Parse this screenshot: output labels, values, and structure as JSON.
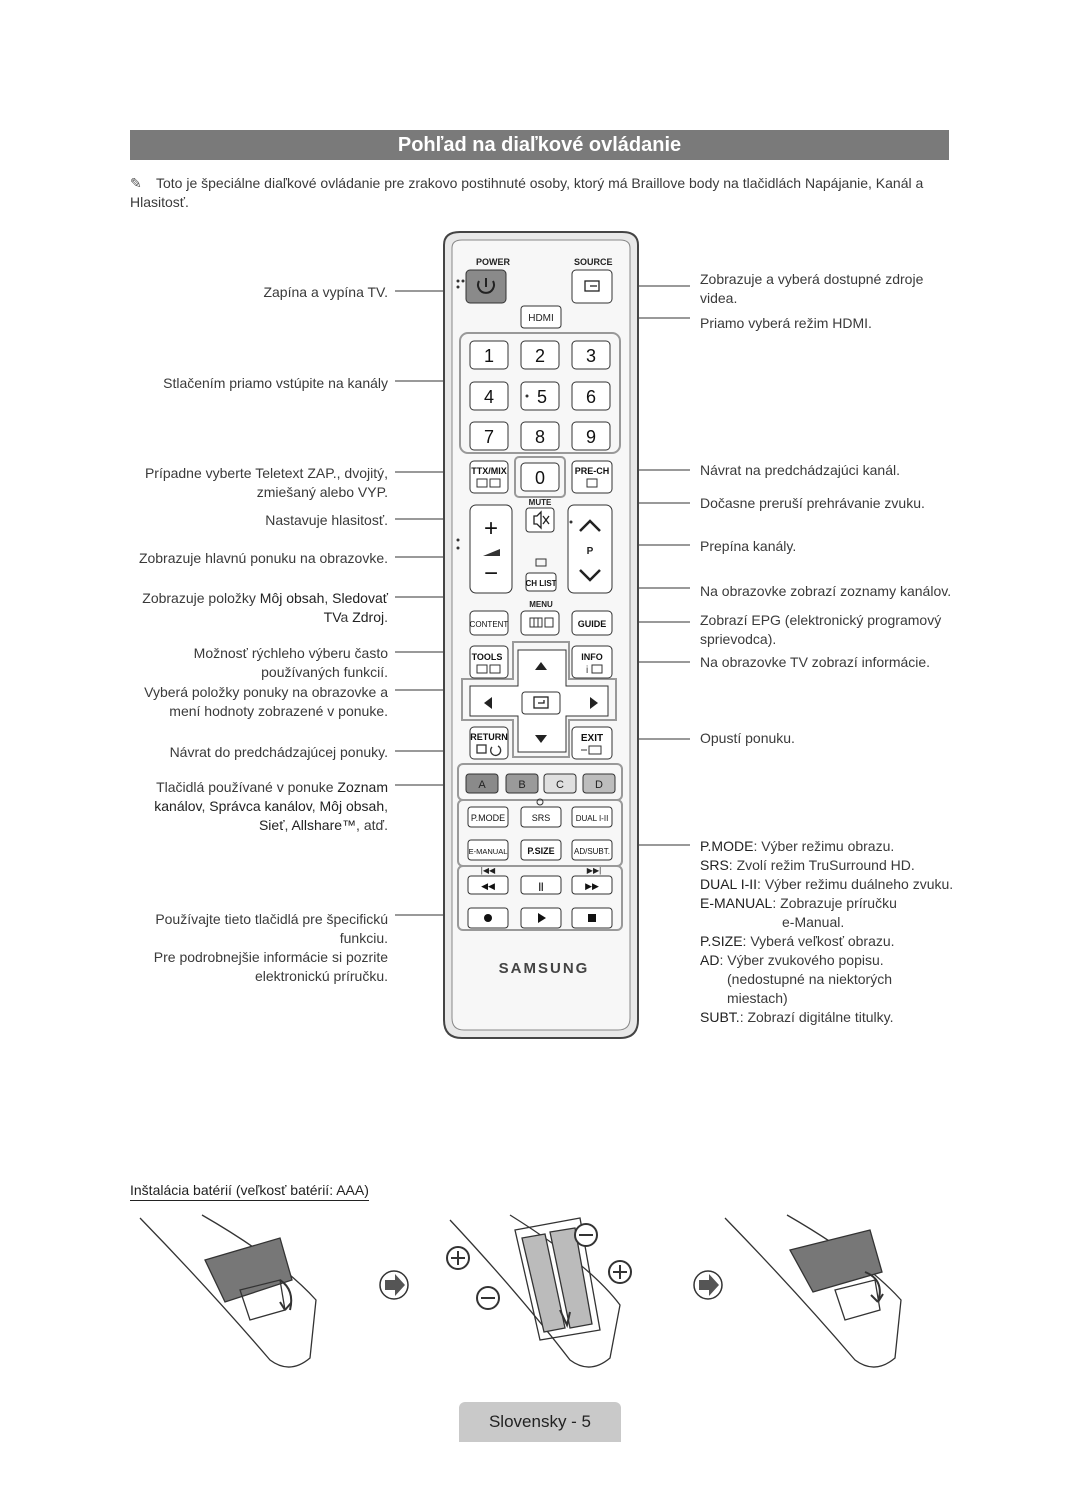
{
  "title": "Pohľad na diaľkové ovládanie",
  "note": "Toto je špeciálne diaľkové ovládanie pre zrakovo postihnuté osoby, ktorý má Braillove body na tlačidlách Napájanie, Kanál a Hlasitosť.",
  "left_labels": {
    "power": "Zapína a vypína TV.",
    "numbers": "Stlačením priamo vstúpite na kanály",
    "ttx_1": "Prípadne vyberte Teletext ZAP., dvojitý,",
    "ttx_2": "zmiešaný alebo VYP.",
    "volume": "Nastavuje hlasitosť.",
    "menu": "Zobrazuje hlavnú ponuku na obrazovke.",
    "content_1a": "Zobrazuje položky ",
    "content_1b": "Môj obsah",
    "content_1c": ", ",
    "content_1d": "Sledovať",
    "content_2a": "TV",
    "content_2b": "a ",
    "content_2c": "Zdroj",
    "content_2d": ".",
    "tools_1": "Možnosť rýchleho výberu často",
    "tools_2": "používaných funkcií.",
    "nav_1": "Vyberá položky ponuky na obrazovke a",
    "nav_2": "mení hodnoty zobrazené v ponuke.",
    "return": "Návrat do predchádzajúcej ponuky.",
    "abcd_1a": "Tlačidlá používané v ponuke ",
    "abcd_1b": "Zoznam",
    "abcd_2a": "kanálov",
    "abcd_2b": ", ",
    "abcd_2c": "Správca kanálov",
    "abcd_2d": ", ",
    "abcd_2e": "Môj obsah",
    "abcd_2f": ",",
    "abcd_3a": "Sieť",
    "abcd_3b": ", ",
    "abcd_3c": "Allshare™",
    "abcd_3d": ", atď.",
    "media_1": "Používajte tieto tlačidlá pre špecifickú",
    "media_2": "funkciu.",
    "media_3": "Pre podrobnejšie informácie si pozrite",
    "media_4": "elektronickú príručku."
  },
  "right_labels": {
    "source_1": "Zobrazuje a vyberá dostupné zdroje",
    "source_2": "videa.",
    "hdmi": "Priamo vyberá režim HDMI.",
    "prech": "Návrat na predchádzajúci kanál.",
    "mute": "Dočasne preruší prehrávanie zvuku.",
    "channel": "Prepína kanály.",
    "chlist": "Na obrazovke zobrazí zoznamy kanálov.",
    "guide_1": "Zobrazí EPG (elektronický programový",
    "guide_2": "sprievodca).",
    "info": "Na obrazovke TV zobrazí informácie.",
    "exit": "Opustí ponuku.",
    "pmode_k": "P.MODE",
    "pmode_v": ": Výber režimu obrazu.",
    "srs_k": "SRS",
    "srs_v": ": Zvolí režim TruSurround HD.",
    "dual_k": "DUAL I-II",
    "dual_v": ": Výber režimu duálneho zvuku.",
    "emanual_k": "E-MANUAL",
    "emanual_v": ": Zobrazuje príručku",
    "emanual_v2": "e-Manual.",
    "psize_k": "P.SIZE",
    "psize_v": ": Vyberá veľkosť obrazu.",
    "ad_k": "AD",
    "ad_v": ": Výber zvukového popisu.",
    "ad_v2": "(nedostupné na niektorých",
    "ad_v3": "miestach)",
    "subt_k": "SUBT.",
    "subt_v": ": Zobrazí digitálne titulky."
  },
  "remote": {
    "power": "POWER",
    "source": "SOURCE",
    "hdmi": "HDMI",
    "n1": "1",
    "n2": "2",
    "n3": "3",
    "n4": "4",
    "n5": "5",
    "n6": "6",
    "n7": "7",
    "n8": "8",
    "n9": "9",
    "n0": "0",
    "ttx": "TTX/MIX",
    "prech": "PRE-CH",
    "mute": "MUTE",
    "p": "P",
    "chlist": "CH LIST",
    "menu": "MENU",
    "content": "CONTENT",
    "guide": "GUIDE",
    "tools": "TOOLS",
    "info": "INFO",
    "return": "RETURN",
    "exit": "EXIT",
    "a": "A",
    "b": "B",
    "c": "C",
    "d": "D",
    "pmode": "P.MODE",
    "srs": "SRS",
    "dual": "DUAL I-II",
    "emanual": "E-MANUAL",
    "psize": "P.SIZE",
    "adsubt": "AD/SUBT.",
    "brand": "SAMSUNG"
  },
  "battery_title": "Inštalácia batérií (veľkosť batérií: AAA)",
  "footer": "Slovensky - 5",
  "colors": {
    "title_bg": "#7a7a7a",
    "footer_bg": "#c9c9c9",
    "power_btn": "#8a8a8a"
  }
}
